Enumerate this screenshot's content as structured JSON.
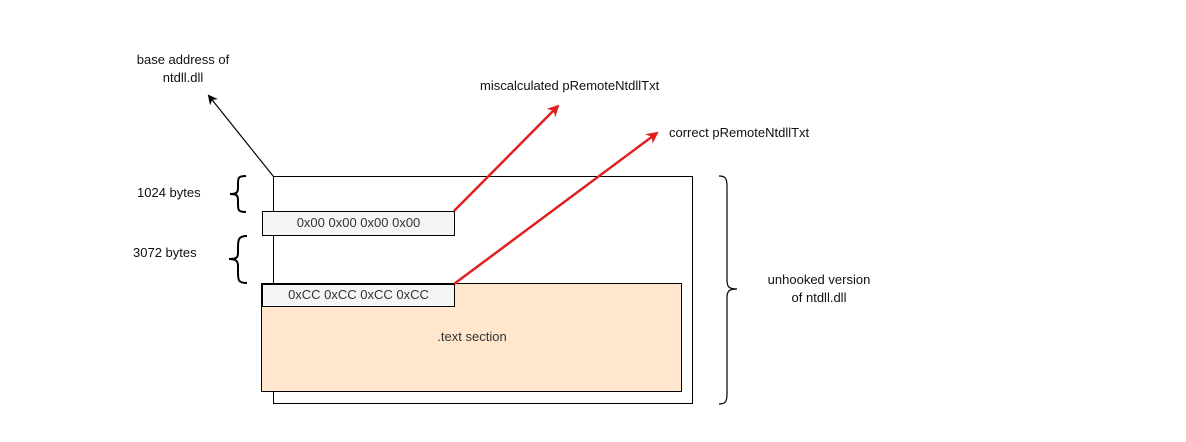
{
  "labels": {
    "base_address_line1": "base address of",
    "base_address_line2": "ntdll.dll",
    "miscalculated": "miscalculated pRemoteNtdllTxt",
    "correct": "correct pRemoteNtdllTxt",
    "bytes_1024": "1024 bytes",
    "bytes_3072": "3072 bytes",
    "unhooked_line1": "unhooked version",
    "unhooked_line2": "of ntdll.dll",
    "zero_bytes": "0x00 0x00 0x00 0x00",
    "cc_bytes": "0xCC 0xCC 0xCC 0xCC",
    "text_section": ".text section"
  },
  "colors": {
    "arrow_red": "#e02020",
    "arrow_black": "#000000",
    "text_section_fill": "#ffe6cc",
    "byte_box_fill": "#f5f5f5",
    "outline": "#000000"
  }
}
